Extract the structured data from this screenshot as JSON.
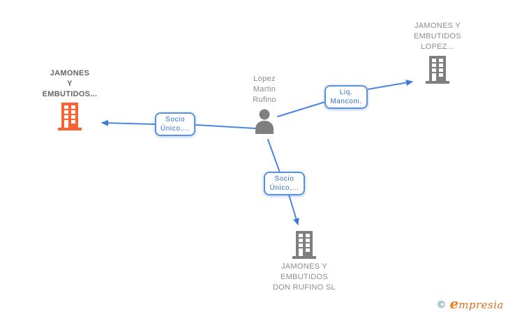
{
  "diagram": {
    "person": {
      "name": "Lopez Martin Rufino",
      "lines": [
        "Lopez",
        "Martin",
        "Rufino"
      ]
    },
    "companies": {
      "left": {
        "name": "JAMONES Y EMBUTIDOS...",
        "lines": [
          "JAMONES",
          "Y",
          "EMBUTIDOS..."
        ],
        "highlighted": true
      },
      "top_right": {
        "name": "JAMONES Y EMBUTIDOS LOPEZ...",
        "lines": [
          "JAMONES Y",
          "EMBUTIDOS",
          "LOPEZ..."
        ],
        "highlighted": false
      },
      "bottom": {
        "name": "JAMONES Y EMBUTIDOS DON RUFINO SL",
        "lines": [
          "JAMONES Y",
          "EMBUTIDOS",
          "DON RUFINO SL"
        ],
        "highlighted": false
      }
    },
    "edges": {
      "left": {
        "label": "Socio Único,...",
        "lines": [
          "Socio",
          "Único,..."
        ]
      },
      "right": {
        "label": "Liq. Mancom.",
        "lines": [
          "Liq.",
          "Mancom."
        ]
      },
      "bottom": {
        "label": "Socio Único,...",
        "lines": [
          "Socio",
          "Único,..."
        ]
      }
    },
    "colors": {
      "edge_blue": "#4a86e0",
      "arrowhead_blue": "#3d79d9",
      "edge_label_border": "#5b92e0",
      "edge_label_text": "#2f6fce",
      "node_gray": "#7f7f7f",
      "highlight_orange": "#f96332",
      "label_gray": "#8c8c8c",
      "label_dark": "#666666"
    }
  },
  "watermark": {
    "copyright_symbol": "©",
    "brand_initial": "e",
    "brand_rest": "mpresia"
  }
}
